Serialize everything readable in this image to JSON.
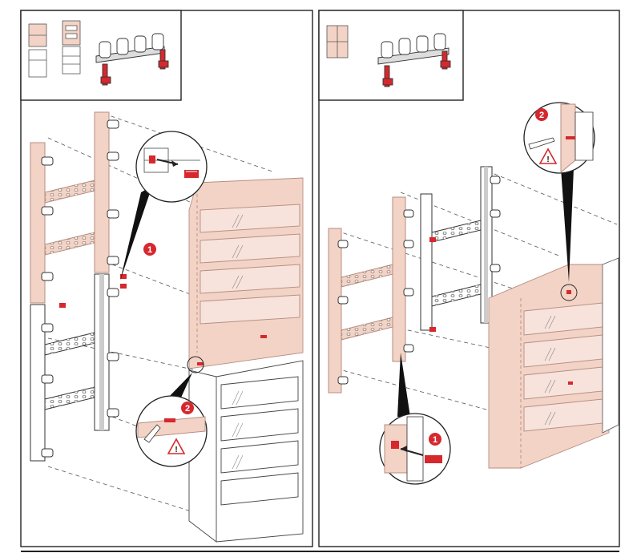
{
  "panels": [
    {
      "name": "panel-left",
      "steps": [
        {
          "label": "1"
        },
        {
          "label": "2"
        }
      ],
      "warning_symbol": "!"
    },
    {
      "name": "panel-right",
      "steps": [
        {
          "label": "2"
        },
        {
          "label": "1"
        }
      ],
      "warning_symbol": "!"
    }
  ],
  "colors": {
    "accent_red": "#d6282d",
    "pink_fill": "#f3d3c6",
    "pink_stroke": "#b58e82",
    "outline": "#333333",
    "panel_border": "#222222"
  },
  "icons": [
    "module-stack-icon",
    "busbar-comb-icon",
    "warning-triangle-icon",
    "zoom-callout-icon",
    "clip-icon"
  ]
}
